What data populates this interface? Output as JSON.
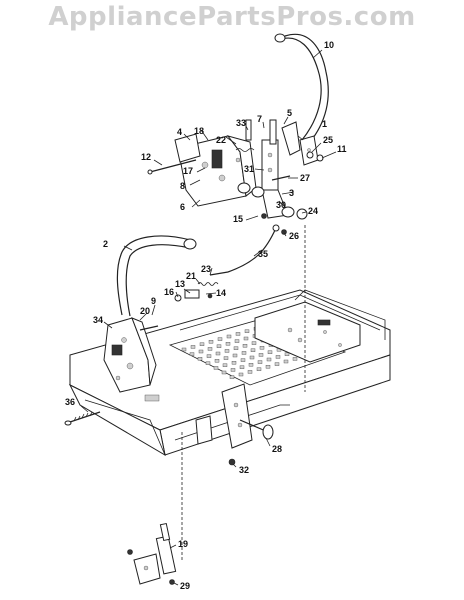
{
  "watermark": "AppliancePartsPros.com",
  "callouts": [
    "1",
    "2",
    "3",
    "4",
    "5",
    "6",
    "7",
    "8",
    "9",
    "10",
    "11",
    "12",
    "13",
    "14",
    "15",
    "16",
    "17",
    "18",
    "19",
    "20",
    "21",
    "22",
    "23",
    "24",
    "25",
    "26",
    "27",
    "28",
    "29",
    "30",
    "31",
    "32",
    "33",
    "34",
    "35",
    "36"
  ]
}
